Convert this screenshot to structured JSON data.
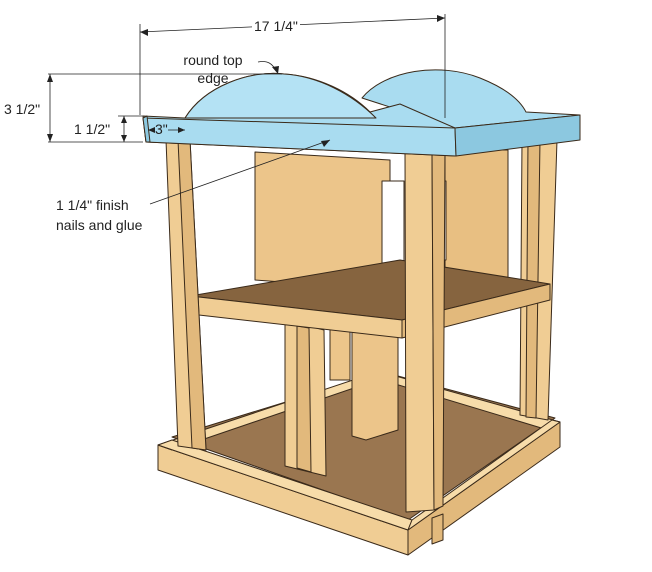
{
  "diagram": {
    "labels": {
      "overall_width": "17 1/4\"",
      "round_top_line1": "round top",
      "round_top_line2": "edge",
      "total_height": "3 1/2\"",
      "band_height": "1 1/2\"",
      "inset": "3\"",
      "nails_line1": "1 1/4\" finish",
      "nails_line2": "nails and glue"
    },
    "colors": {
      "wood": "#f0cd94",
      "wood_light": "#f7dcaa",
      "wood_dark": "#b89058",
      "floor": "#9a7650",
      "floor_dark": "#86643f",
      "wall": "#ecc58a",
      "roof": "#a9dcf0",
      "roof_dark": "#8cc8e0",
      "outline": "#3a2a1a"
    }
  }
}
